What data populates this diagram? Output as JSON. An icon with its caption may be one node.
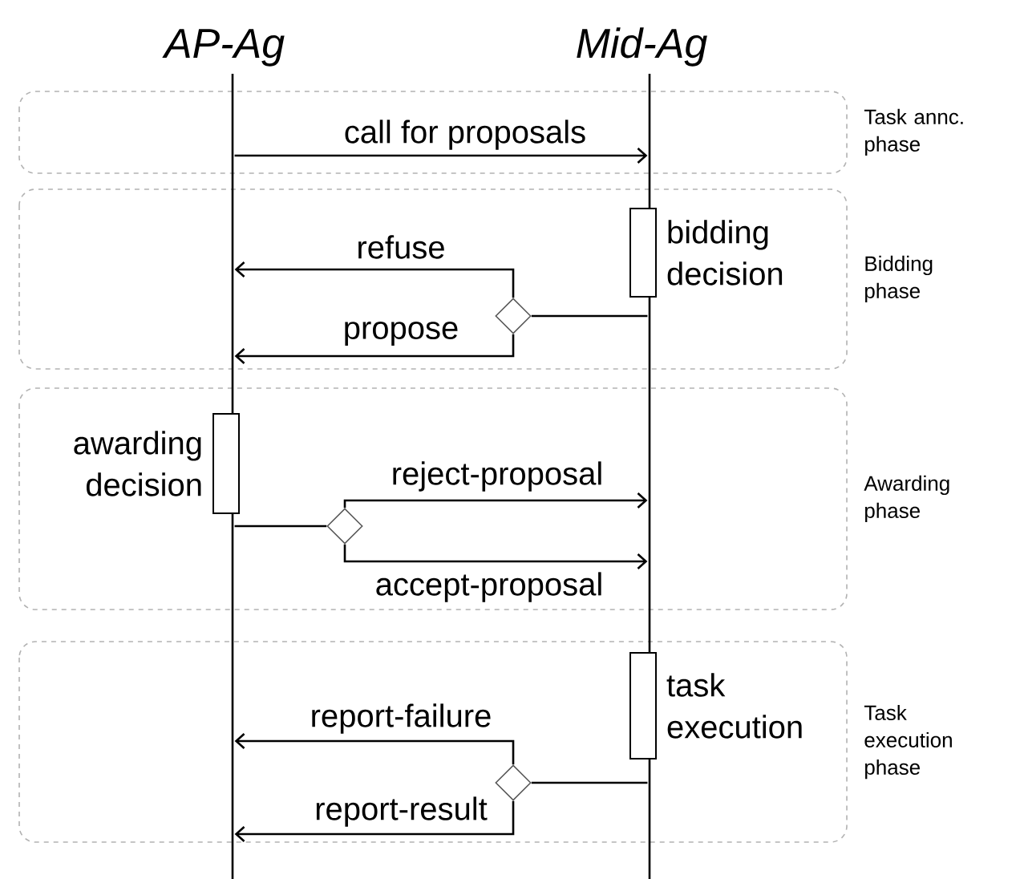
{
  "diagram": {
    "nodes": [
      {
        "text": [
          "AP-Ag"
        ]
      },
      {
        "text": [
          "Mid-Ag"
        ]
      },
      {
        "text": [
          "bidding decision"
        ]
      },
      {
        "text": [
          "awarding decision"
        ]
      },
      {
        "text": [
          "task execution"
        ]
      },
      {
        "text": [],
        "shape": "diamond"
      },
      {
        "text": [],
        "shape": "diamond"
      },
      {
        "text": [],
        "shape": "diamond"
      }
    ],
    "edges": [
      {
        "from": 0,
        "to": 1,
        "arrow": "to",
        "label": "call for proposals"
      },
      {
        "from": 1,
        "to": 5,
        "arrow": "none"
      },
      {
        "from": 5,
        "to": 0,
        "arrow": "to",
        "label": "refuse"
      },
      {
        "from": 5,
        "to": 0,
        "arrow": "to",
        "label": "propose"
      },
      {
        "from": 0,
        "to": 6,
        "arrow": "none"
      },
      {
        "from": 6,
        "to": 1,
        "arrow": "to",
        "label": "reject-proposal"
      },
      {
        "from": 6,
        "to": 1,
        "arrow": "to",
        "label": "accept-proposal"
      },
      {
        "from": 1,
        "to": 7,
        "arrow": "none"
      },
      {
        "from": 7,
        "to": 0,
        "arrow": "to",
        "label": "report-failure"
      },
      {
        "from": 7,
        "to": 0,
        "arrow": "to",
        "label": "report-result"
      }
    ],
    "labels": [
      "Task annc. phase",
      "Bidding phase",
      "Awarding phase",
      "Task execution phase"
    ]
  }
}
